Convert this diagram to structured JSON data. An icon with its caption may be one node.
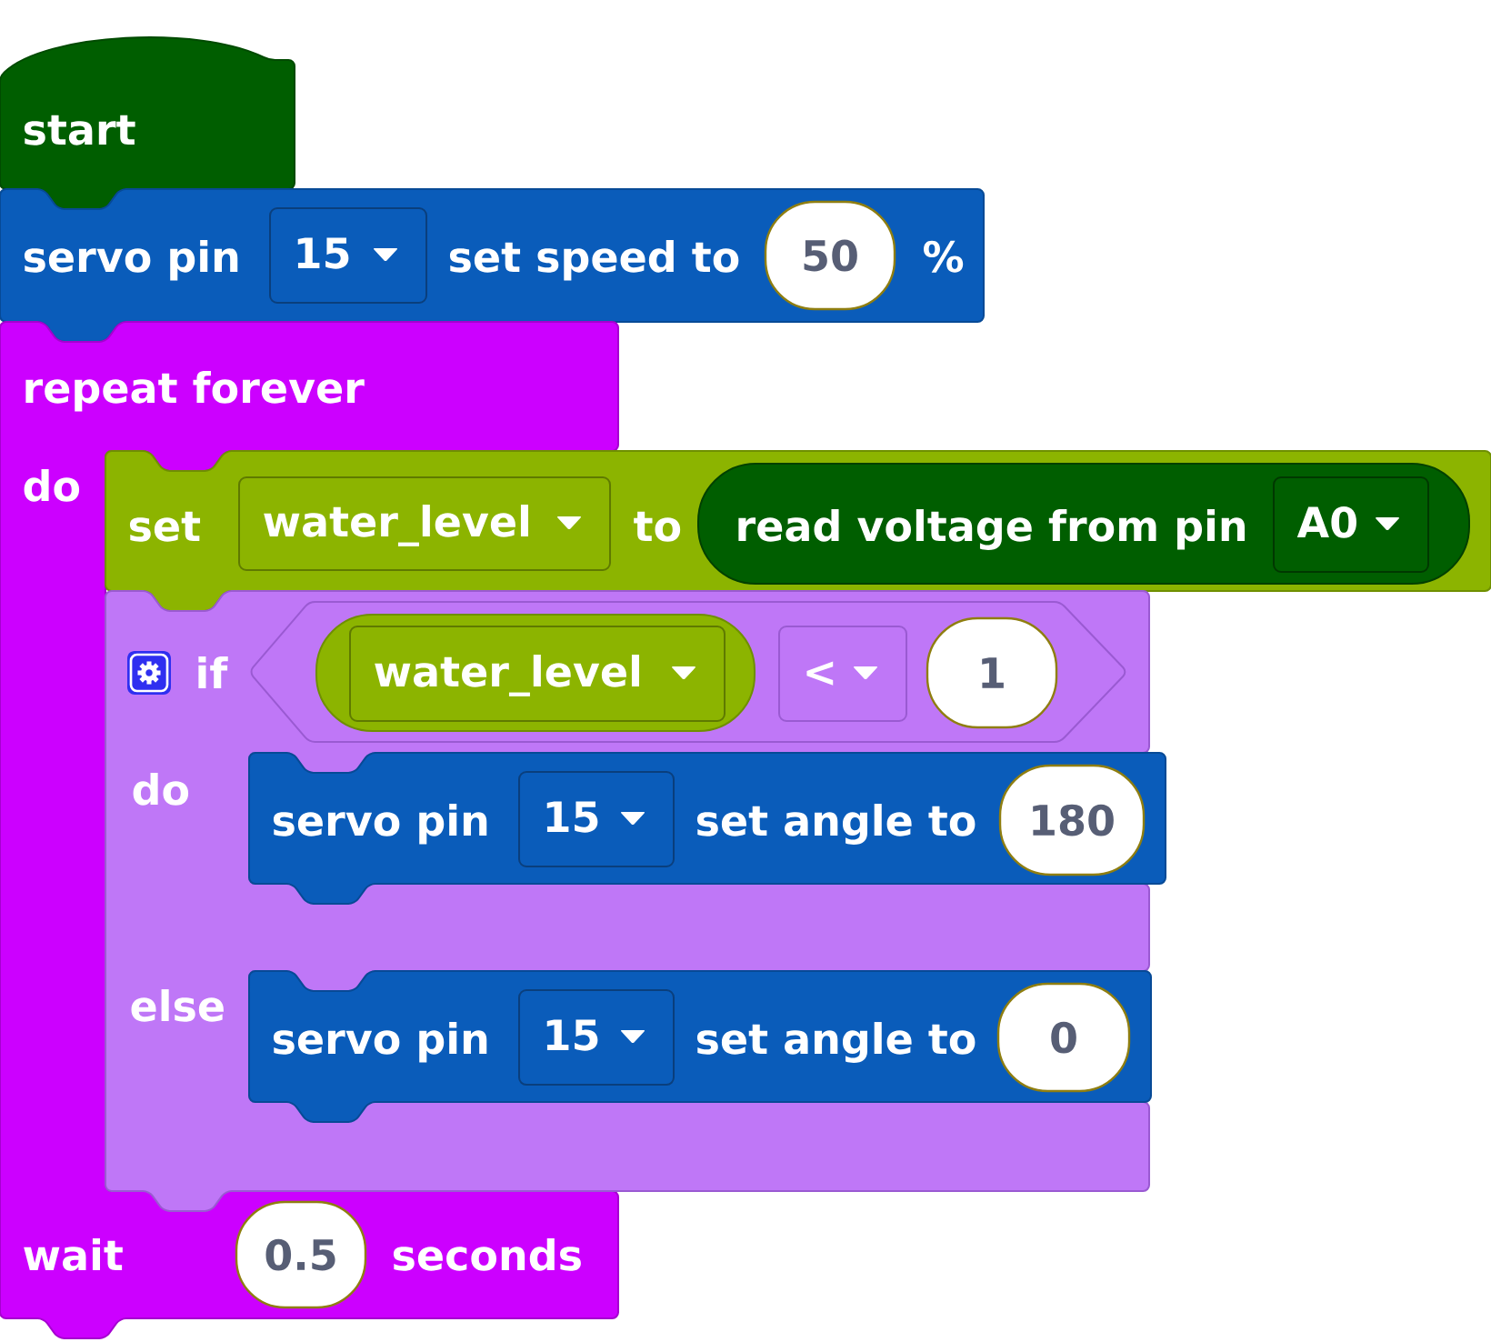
{
  "diagram": {
    "nodes": [
      {
        "text": [
          "start"
        ]
      },
      {
        "text": [
          "servo pin",
          "set speed to",
          "%"
        ]
      },
      {
        "text": [
          "15"
        ],
        "in": 1
      },
      {
        "text": [
          "50"
        ],
        "in": 1
      },
      {
        "text": [
          "repeat forever",
          "do",
          "wait",
          "seconds"
        ]
      },
      {
        "text": [
          "set",
          "to"
        ]
      },
      {
        "text": [
          "water_level"
        ],
        "in": 5
      },
      {
        "text": [
          "read voltage from pin"
        ],
        "in": 5
      },
      {
        "text": [
          "A0"
        ],
        "in": 7
      },
      {
        "text": [
          "if",
          "do",
          "else"
        ]
      },
      {
        "text": [],
        "shape": "hexagon",
        "in": 9
      },
      {
        "text": [],
        "shape": "box",
        "in": 10
      },
      {
        "text": [
          "water_level"
        ],
        "in": 11
      },
      {
        "text": [
          "<"
        ],
        "in": 10
      },
      {
        "text": [
          "1"
        ],
        "in": 10
      },
      {
        "text": [
          "servo pin",
          "set angle to"
        ]
      },
      {
        "text": [
          "15"
        ],
        "in": 15
      },
      {
        "text": [
          "180"
        ],
        "in": 15
      },
      {
        "text": [
          "servo pin",
          "set angle to"
        ]
      },
      {
        "text": [
          "15"
        ],
        "in": 18
      },
      {
        "text": [
          "0"
        ],
        "in": 18
      },
      {
        "text": [
          "0.5"
        ],
        "in": 4
      }
    ]
  }
}
